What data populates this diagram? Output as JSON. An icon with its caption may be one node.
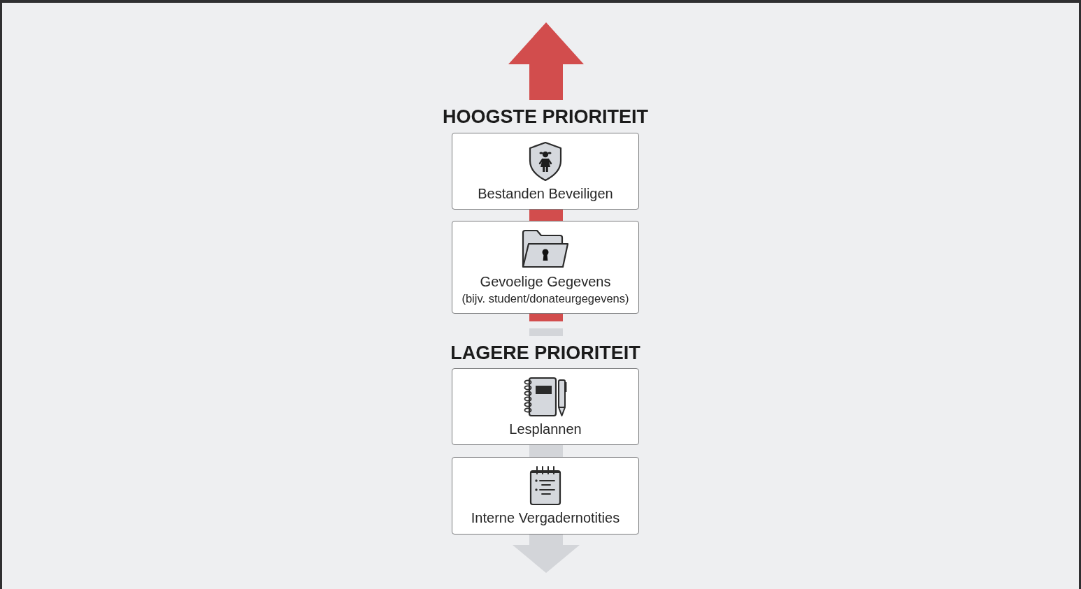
{
  "diagram": {
    "nodes": [
      {
        "text": [
          "Bestanden Beveiligen"
        ]
      },
      {
        "text": [
          "Gevoelige Gegevens",
          "(bijv. student/donateurgegevens)"
        ]
      },
      {
        "text": [
          "Lesplannen"
        ]
      },
      {
        "text": [
          "Interne Vergadernotities"
        ]
      }
    ],
    "labels": [
      "HOOGSTE PRIORITEIT",
      "LAGERE PRIORITEIT"
    ]
  }
}
